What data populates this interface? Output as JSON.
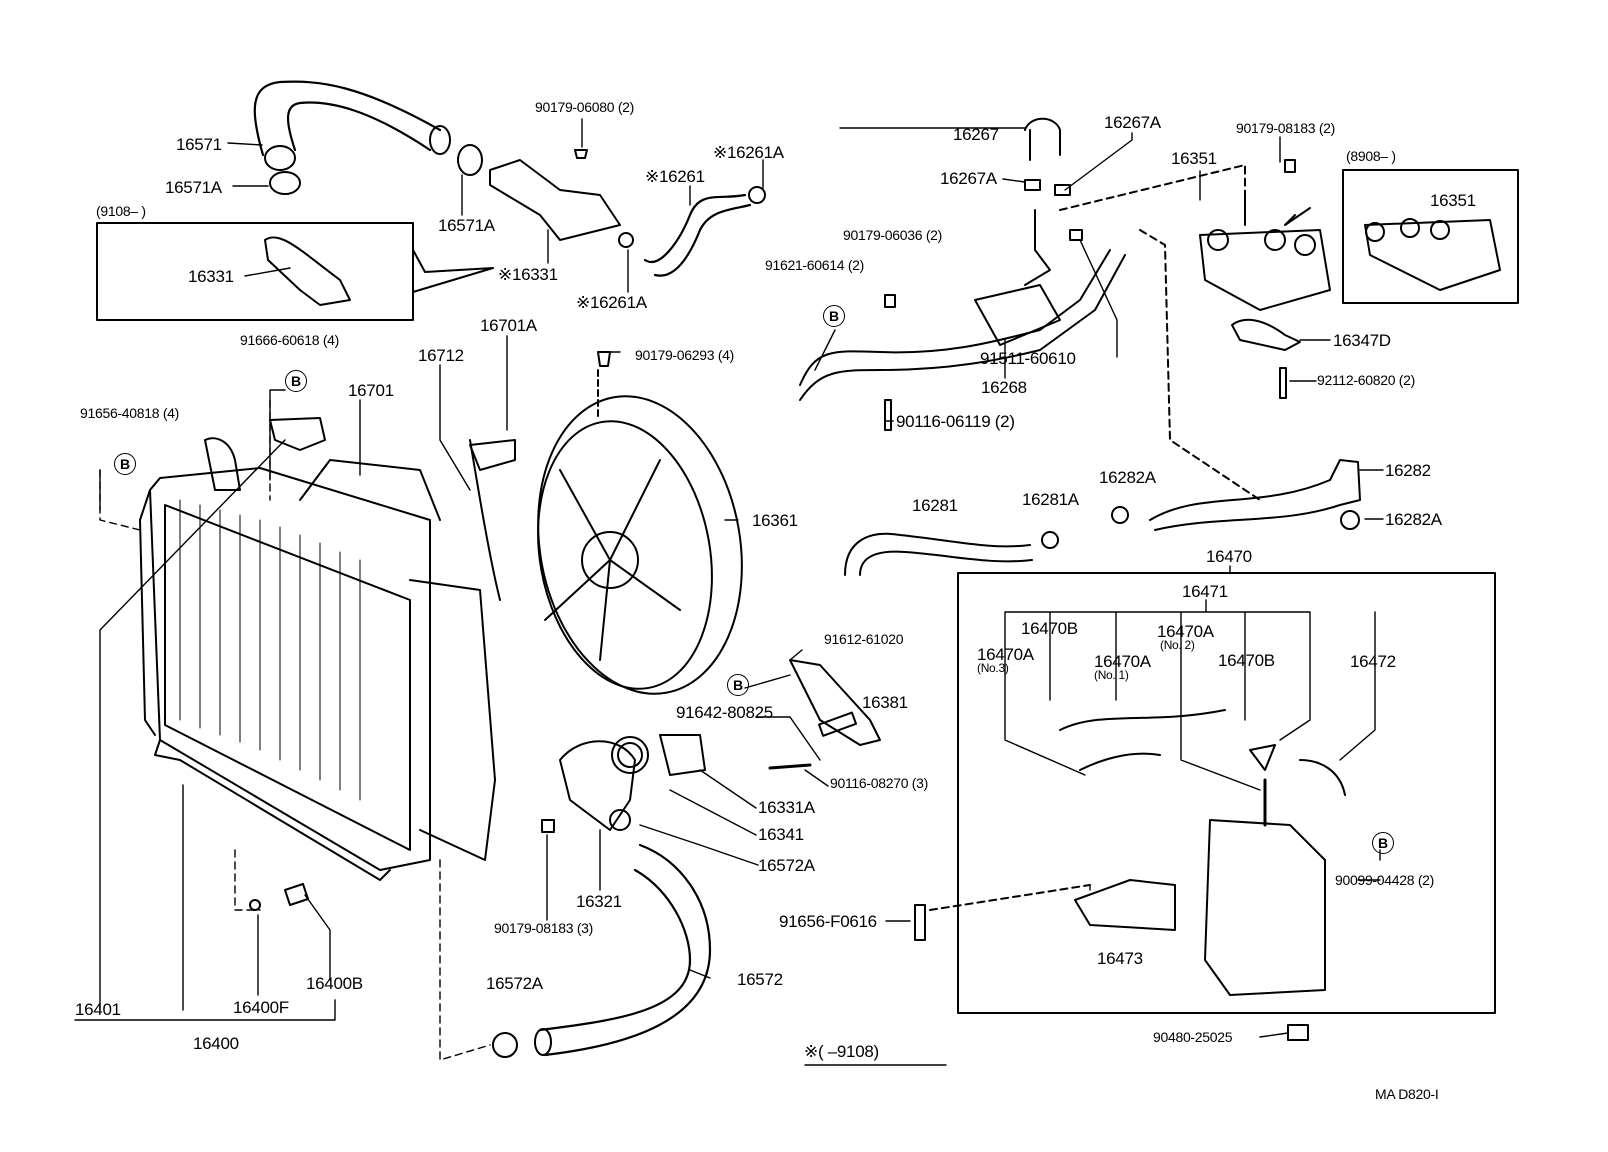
{
  "diagram": {
    "labels": [
      "16571",
      "16571A",
      "16571A",
      "90179-06080 (2)",
      "※16261A",
      "※16261",
      "(9108–       )",
      "16331",
      "※16331",
      "※16261A",
      "91666-60618 (4)",
      "16701A",
      "16712",
      "90179-06293 (4)",
      "16701",
      "91656-40818 (4)",
      "16267",
      "16267A",
      "16267A",
      "90179-08183 (2)",
      "16351",
      "(8908–       )",
      "16351",
      "90179-06036 (2)",
      "91621-60614 (2)",
      "16347D",
      "91511-60610",
      "16268",
      "92112-60820 (2)",
      "90116-06119 (2)",
      "16361",
      "16282A",
      "16282",
      "16281",
      "16281A",
      "16282A",
      "16470",
      "16471",
      "16470B",
      "16470A",
      "(No. 2)",
      "16470A",
      "(No.3)",
      "16470A",
      "(No. 1)",
      "16470B",
      "16472",
      "91612-61020",
      "16381",
      "91642-80825",
      "90116-08270 (3)",
      "16331A",
      "16341",
      "16321",
      "16572A",
      "90179-08183 (3)",
      "91656-F0616",
      "16473",
      "90099-04428 (2)",
      "16400B",
      "16401",
      "16400F",
      "16572A",
      "16572",
      "16400",
      "90480-25025",
      "※(        –9108)",
      "MA D820-I"
    ],
    "ref_marker": "B",
    "line_color": "#000000",
    "background": "#ffffff"
  }
}
